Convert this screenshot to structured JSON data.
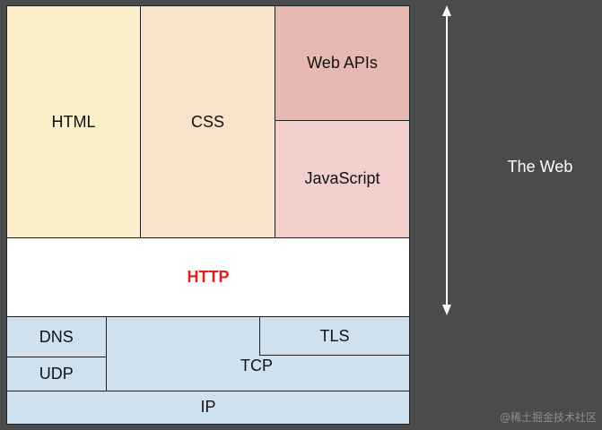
{
  "colors": {
    "background": "#4a4b4c",
    "html": "#fcefcc",
    "css": "#f9e2cb",
    "web_apis": "#e7b9b2",
    "javascript": "#f2cfcd",
    "http": "#ffffff",
    "http_text": "#e0201e",
    "network": "#cfe0ef",
    "border": "#1f1f1f",
    "side_label": "#ffffff"
  },
  "layers": {
    "html": "HTML",
    "css": "CSS",
    "web_apis": "Web APIs",
    "javascript": "JavaScript",
    "http": "HTTP",
    "dns": "DNS",
    "udp": "UDP",
    "tcp": "TCP",
    "tls": "TLS",
    "ip": "IP"
  },
  "side_label": "The Web",
  "arrow_icon": "double-headed-vertical-arrow",
  "watermark": "@稀土掘金技术社区"
}
